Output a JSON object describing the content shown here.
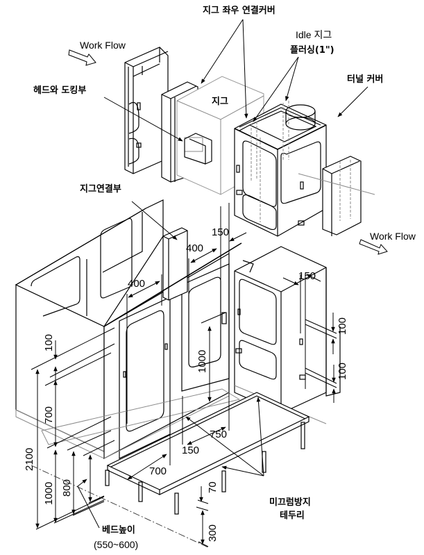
{
  "labels": {
    "work_flow_top": "Work Flow",
    "work_flow_right": "Work Flow",
    "jig_lr_cover": "지그 좌우 연결커버",
    "idle_jig_line1": "Idle 지그",
    "idle_jig_line2": "플러싱(1\")",
    "tunnel_cover": "터널 커버",
    "head_docking": "헤드와 도킹부",
    "jig": "지그",
    "jig_connection": "지그연결부",
    "anti_slip_line1": "미끄럼방지",
    "anti_slip_line2": "테두리",
    "bed_height_line1": "베드높이",
    "bed_height_line2": "(550~600)"
  },
  "dimensions": {
    "d150_top": "150",
    "d400_upper": "400",
    "d400_lower": "400",
    "d150_right": "150",
    "d100_right_top": "100",
    "d100_right_bottom": "100",
    "d100_left": "100",
    "d700_left": "700",
    "d2100": "2100",
    "d1000_left": "1000",
    "d800": "800",
    "d1000_center": "1000",
    "d750": "750",
    "d150_bottom": "150",
    "d700_bottom": "700",
    "d70": "70",
    "d300": "300"
  }
}
